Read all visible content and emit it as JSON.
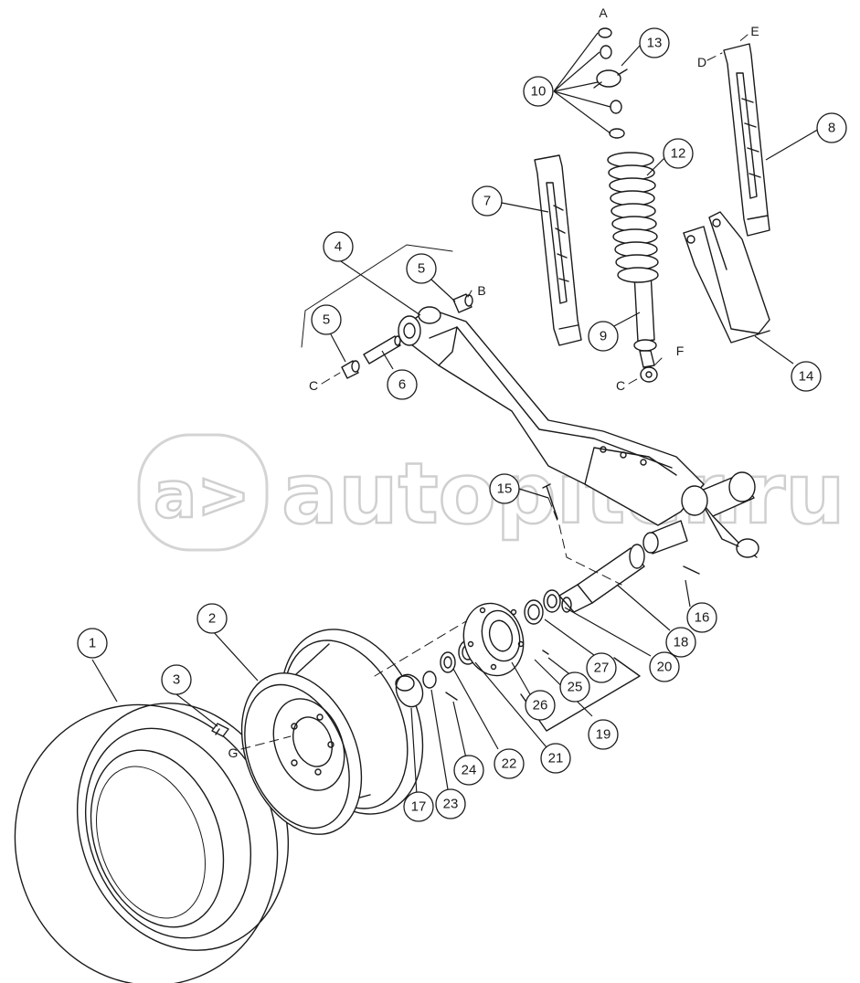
{
  "watermark": {
    "text": "autopiter.ru",
    "color": "#cfcfcf"
  },
  "callouts": [
    {
      "id": "c1",
      "label": "1"
    },
    {
      "id": "c2",
      "label": "2"
    },
    {
      "id": "c3",
      "label": "3"
    },
    {
      "id": "c4",
      "label": "4"
    },
    {
      "id": "c5a",
      "label": "5"
    },
    {
      "id": "c5b",
      "label": "5"
    },
    {
      "id": "c6",
      "label": "6"
    },
    {
      "id": "c7",
      "label": "7"
    },
    {
      "id": "c8",
      "label": "8"
    },
    {
      "id": "c9",
      "label": "9"
    },
    {
      "id": "c10",
      "label": "10"
    },
    {
      "id": "c12",
      "label": "12"
    },
    {
      "id": "c13",
      "label": "13"
    },
    {
      "id": "c14",
      "label": "14"
    },
    {
      "id": "c15",
      "label": "15"
    },
    {
      "id": "c16",
      "label": "16"
    },
    {
      "id": "c17",
      "label": "17"
    },
    {
      "id": "c18",
      "label": "18"
    },
    {
      "id": "c19",
      "label": "19"
    },
    {
      "id": "c20",
      "label": "20"
    },
    {
      "id": "c21",
      "label": "21"
    },
    {
      "id": "c22",
      "label": "22"
    },
    {
      "id": "c23",
      "label": "23"
    },
    {
      "id": "c24",
      "label": "24"
    },
    {
      "id": "c25",
      "label": "25"
    },
    {
      "id": "c26",
      "label": "26"
    },
    {
      "id": "c27",
      "label": "27"
    }
  ],
  "letters": [
    {
      "id": "A",
      "label": "A"
    },
    {
      "id": "B",
      "label": "B"
    },
    {
      "id": "C1",
      "label": "C"
    },
    {
      "id": "C2",
      "label": "C"
    },
    {
      "id": "D",
      "label": "D"
    },
    {
      "id": "E",
      "label": "E"
    },
    {
      "id": "F",
      "label": "F"
    },
    {
      "id": "G",
      "label": "G"
    }
  ]
}
